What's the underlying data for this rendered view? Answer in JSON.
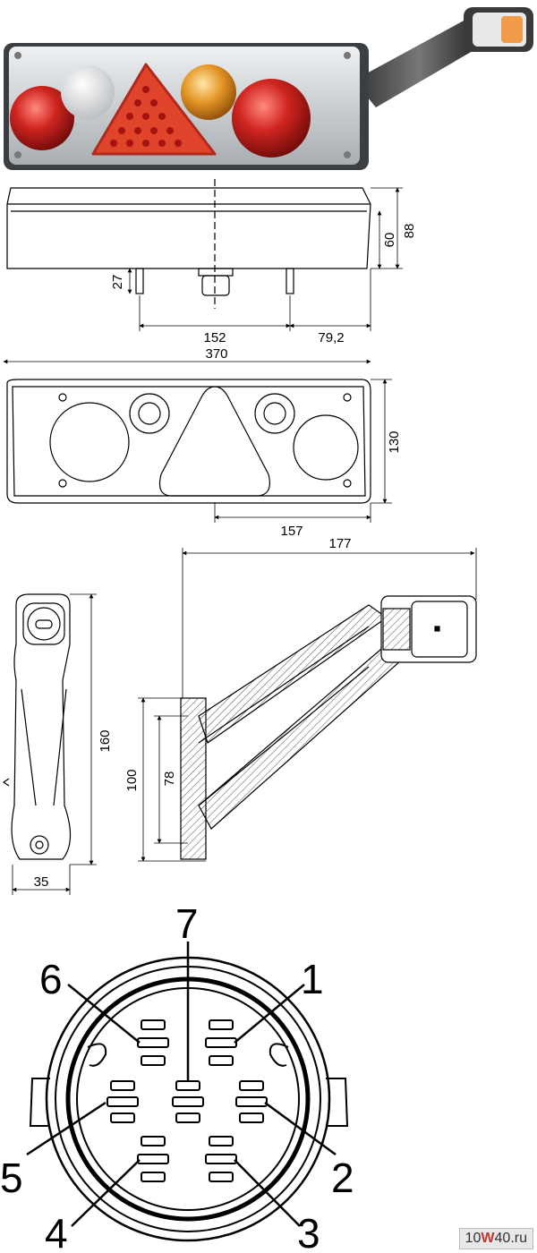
{
  "dimensions": {
    "height_total": "88",
    "height_body": "60",
    "bolt_length": "27",
    "bolt_spacing": "152",
    "bolt_offset": "79,2",
    "width_total": "370",
    "depth": "130",
    "center_offset": "157",
    "arm_reach": "177",
    "arm_height": "160",
    "arm_width": "35",
    "bracket_height": "100",
    "bracket_hole_spacing": "78"
  },
  "connector_pins": [
    "1",
    "2",
    "3",
    "4",
    "5",
    "6",
    "7"
  ],
  "watermark": {
    "prefix": "10",
    "highlight": "W",
    "suffix": "40.ru"
  },
  "colors": {
    "red_lens": "#c62020",
    "amber_lens": "#e08a1a",
    "triangle": "#e0442a",
    "housing": "#cfd3d6",
    "line": "#000000"
  }
}
